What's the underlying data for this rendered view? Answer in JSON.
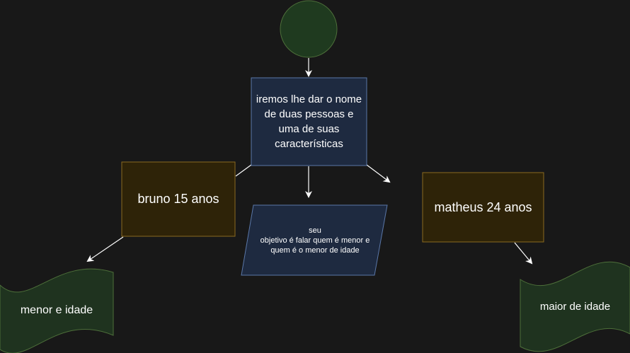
{
  "colors": {
    "background": "#181818",
    "start_fill": "#1f3a1f",
    "start_stroke": "#4d6f3a",
    "process_fill": "#1e2a40",
    "process_stroke": "#5a77a8",
    "person_fill": "#2e2308",
    "person_stroke": "#8a6a1f",
    "output_fill": "#1f331f",
    "output_stroke": "#4d6f3a",
    "edge": "#ffffff",
    "text": "#ffffff"
  },
  "nodes": {
    "start": {
      "shape": "circle",
      "text": ""
    },
    "intro": {
      "shape": "rectangle",
      "text": "iremos lhe dar o nome de duas pessoas e uma de suas características"
    },
    "person_a": {
      "shape": "rectangle",
      "text": "bruno 15 anos"
    },
    "person_b": {
      "shape": "rectangle",
      "text": "matheus 24 anos"
    },
    "objective": {
      "shape": "parallelogram",
      "text": "seu\nobjetivo é falar quem é menor e quem é o menor de idade"
    },
    "result_minor": {
      "shape": "tape",
      "text": "menor e idade"
    },
    "result_adult": {
      "shape": "tape",
      "text": "maior de idade"
    }
  },
  "edges": [
    {
      "from": "start",
      "to": "intro"
    },
    {
      "from": "intro",
      "to": "objective"
    },
    {
      "from": "intro",
      "to": "person_a"
    },
    {
      "from": "intro",
      "to": "person_b"
    },
    {
      "from": "person_a",
      "to": "result_minor"
    },
    {
      "from": "person_b",
      "to": "result_adult"
    }
  ]
}
